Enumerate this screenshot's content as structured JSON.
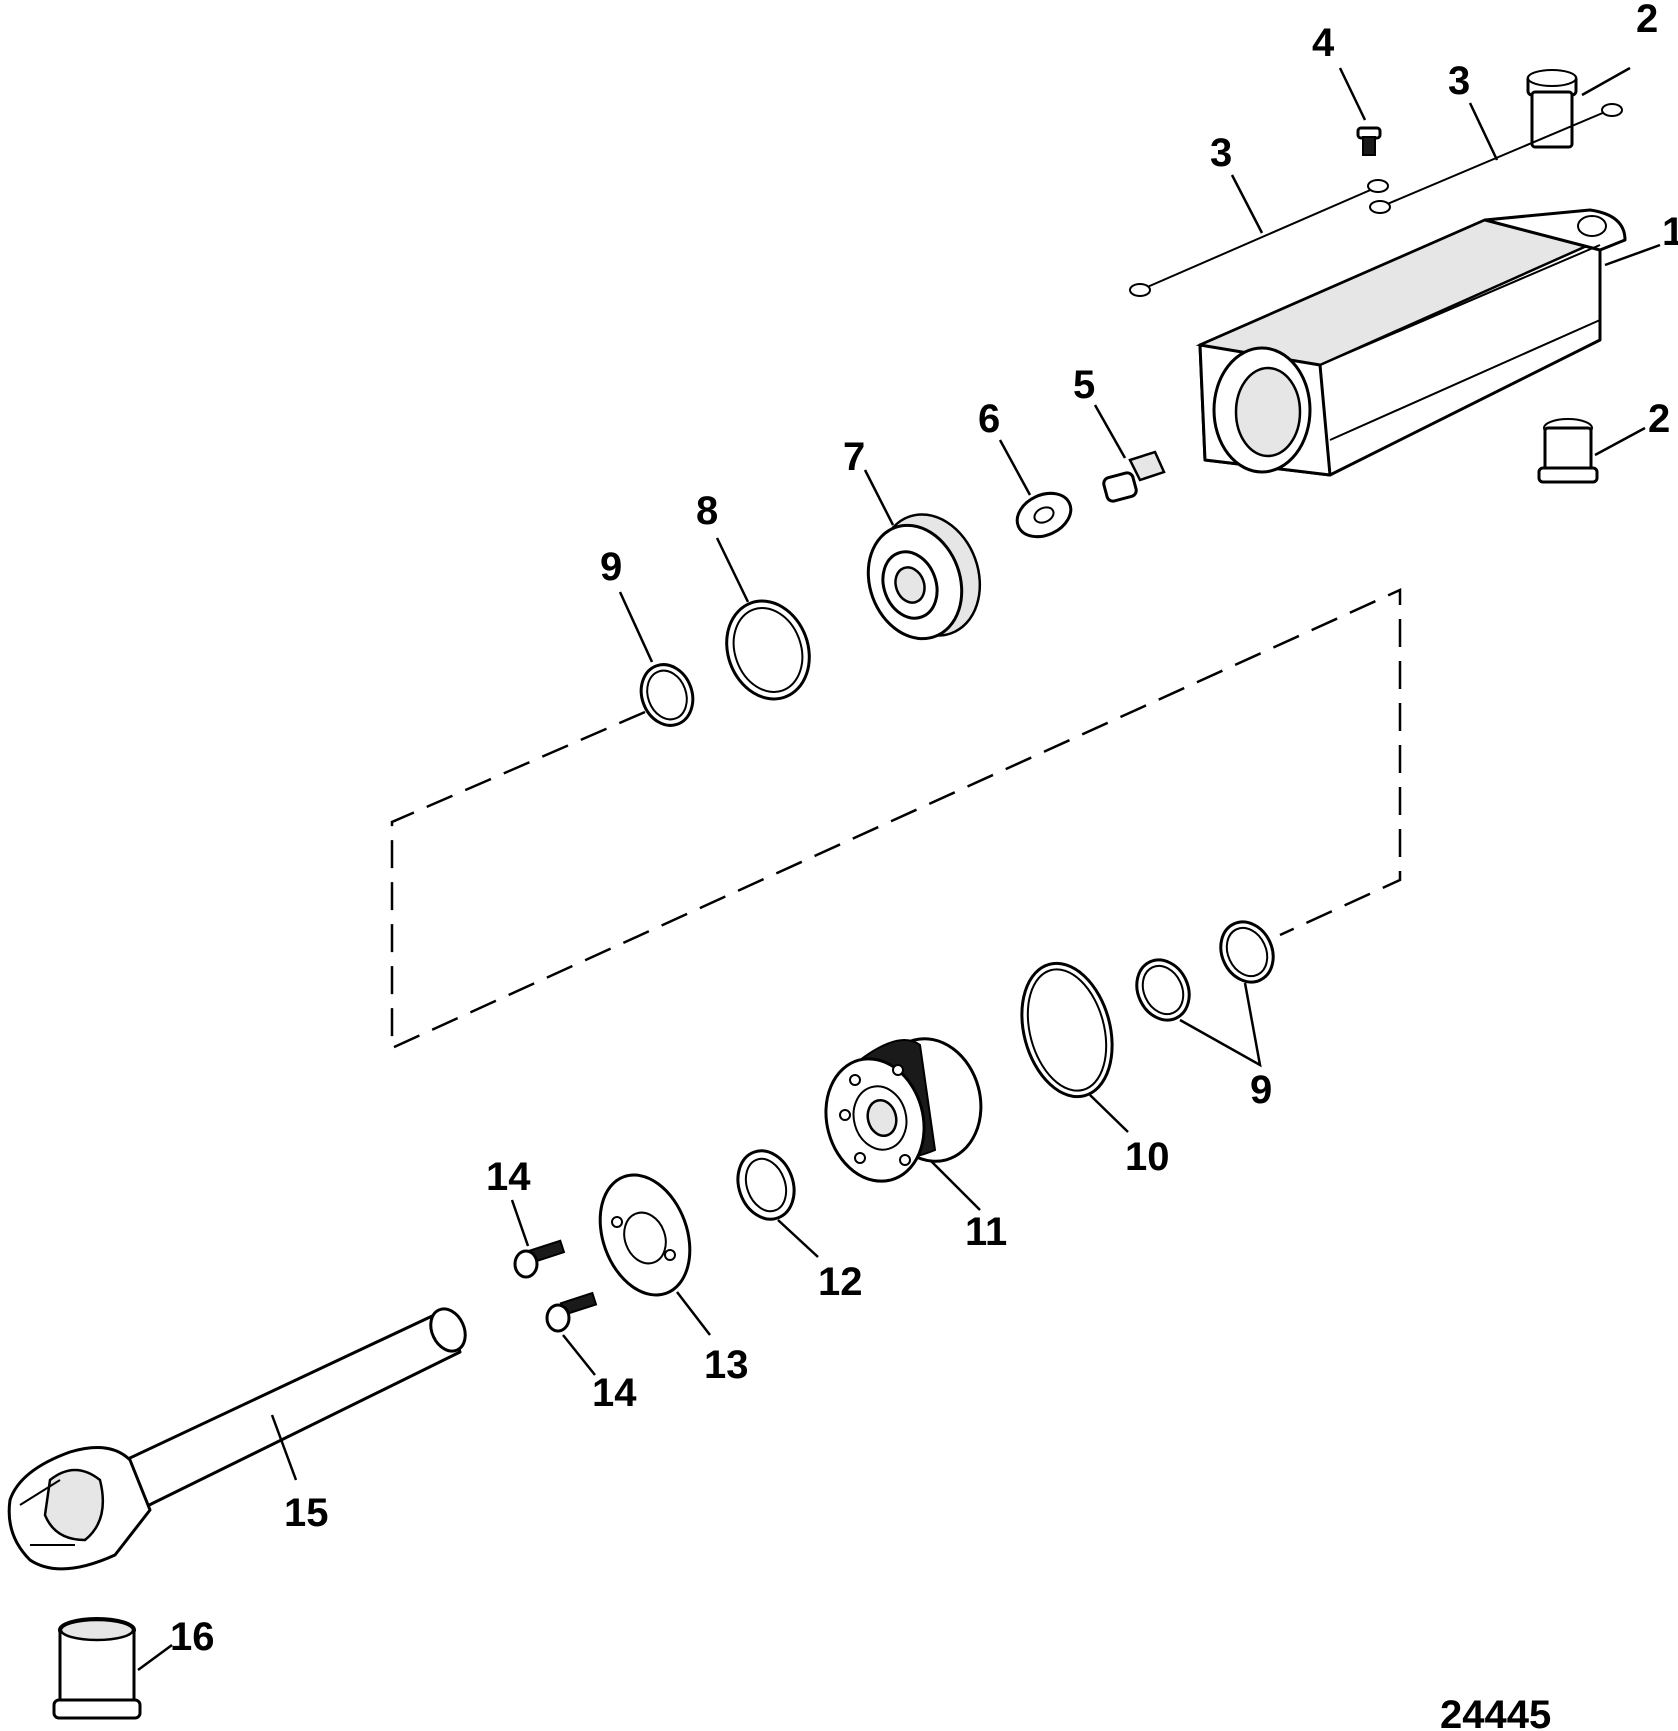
{
  "callouts": {
    "c1": "1",
    "c2a": "2",
    "c2b": "2",
    "c3a": "3",
    "c3b": "3",
    "c4": "4",
    "c5": "5",
    "c6": "6",
    "c7": "7",
    "c8": "8",
    "c9a": "9",
    "c9b": "9",
    "c10": "10",
    "c11": "11",
    "c12": "12",
    "c13": "13",
    "c14a": "14",
    "c14b": "14",
    "c15": "15",
    "c16": "16"
  },
  "figure_number": "24445",
  "colors": {
    "line": "#000000",
    "background": "#ffffff",
    "shade": "#e6e6e6"
  }
}
